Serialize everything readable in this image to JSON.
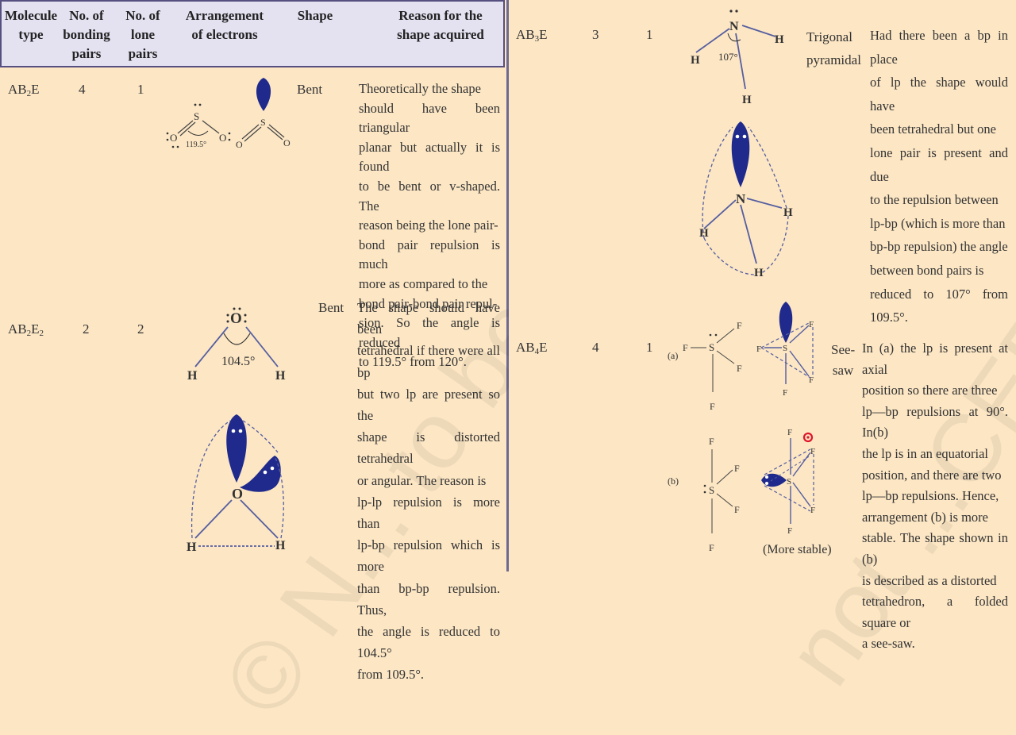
{
  "headers": {
    "molecule_type": "Molecule type",
    "bonding_pairs": "No. of bonding pairs",
    "lone_pairs": "No. of lone pairs",
    "arrangement": "Arrangement of electrons",
    "shape": "Shape",
    "reason": "Reason for the shape acquired"
  },
  "watermark": {
    "left": "© N... to be re...",
    "right": "not ...CERT ...publis..."
  },
  "rows": {
    "ab2e": {
      "type_main": "AB",
      "type_sub": "2",
      "type_end": "E",
      "bonding": "4",
      "lone": "1",
      "shape": "Bent",
      "angle": "119.5°",
      "atom_s": "S",
      "atom_o": "O",
      "reason_lines": [
        "Theoretically the shape",
        "should have been triangular",
        "planar but actually it is found",
        "to be bent or v-shaped. The",
        "reason being the lone pair-",
        "bond pair repulsion is much",
        "more as compared to the",
        "bond pair-bond pair repul-",
        "sion. So the angle is reduced",
        "to 119.5° from 120°."
      ]
    },
    "ab2e2": {
      "type_main": "AB",
      "type_sub1": "2",
      "type_mid": "E",
      "type_sub2": "2",
      "bonding": "2",
      "lone": "2",
      "shape": "Bent",
      "angle": "104.5°",
      "atom_o": "O",
      "atom_h": "H",
      "reason_lines": [
        "The shape should have been",
        "tetrahedral if there were all bp",
        "but two lp are present so the",
        "shape is distorted tetrahedral",
        "or angular. The reason is",
        "lp-lp repulsion is more than",
        "lp-bp repulsion which is more",
        "than bp-bp repulsion. Thus,",
        "the angle is reduced to 104.5°",
        "from 109.5°."
      ]
    },
    "ab3e": {
      "type_main": "AB",
      "type_sub": "3",
      "type_end": "E",
      "bonding": "3",
      "lone": "1",
      "shape_lines": [
        "Trigonal",
        "pyramidal"
      ],
      "angle": "107°",
      "atom_n": "N",
      "atom_h": "H",
      "reason_lines": [
        "Had there been a bp in place",
        "of lp the shape would have",
        "been tetrahedral but one",
        "lone pair is present and due",
        "to the repulsion between",
        "lp-bp (which is more than",
        "bp-bp repulsion) the angle",
        "between bond pairs is",
        "reduced to 107° from 109.5°."
      ]
    },
    "ab4e": {
      "type_main": "AB",
      "type_sub": "4",
      "type_end": "E",
      "bonding": "4",
      "lone": "1",
      "shape_lines": [
        "See-",
        "saw"
      ],
      "label_a": "(a)",
      "label_b": "(b)",
      "more_stable": "(More stable)",
      "atom_s": "S",
      "atom_f": "F",
      "reason_lines": [
        "In (a) the lp is present at axial",
        "position so there are three",
        "lp—bp repulsions at 90°. In(b)",
        "the lp is in an equatorial",
        "position, and there are two",
        "lp—bp repulsions. Hence,",
        "arrangement (b) is more",
        "stable. The shape shown in (b)",
        "is described as a distorted",
        "tetrahedron, a folded square or",
        "a see-saw."
      ]
    }
  },
  "colors": {
    "background": "#fce6c4",
    "header_bg": "#e4e1f1",
    "lobe": "#1f2a8c",
    "cursor": "#e0142c"
  }
}
